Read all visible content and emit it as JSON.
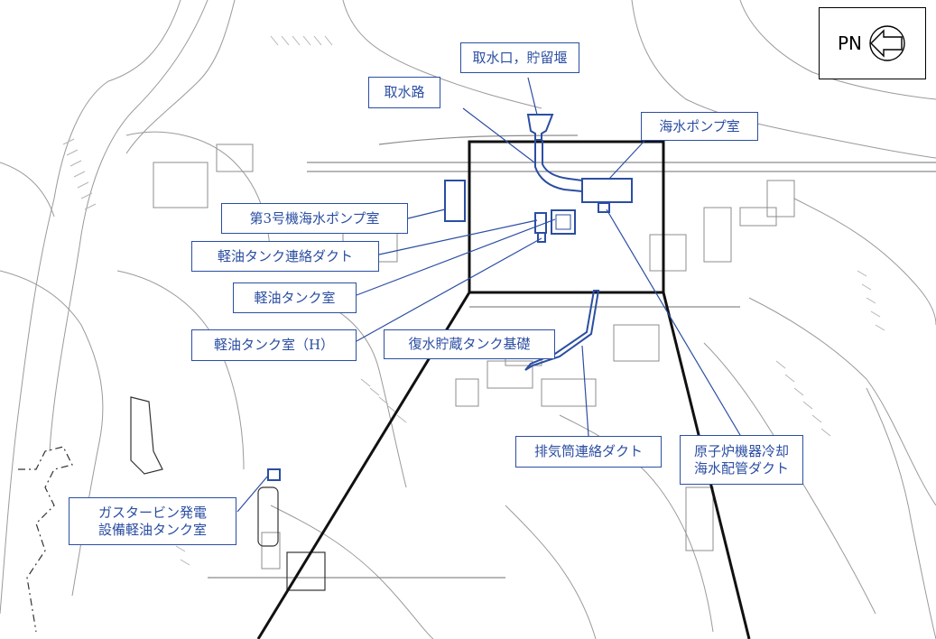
{
  "north_arrow": {
    "label": "PN",
    "icon": "north-arrow-icon"
  },
  "colors": {
    "annotation": "#2b4ea2",
    "linework": "#8a8a8a",
    "frame": "#000000"
  },
  "labels": {
    "intake": "取水口，貯留堰",
    "intake_channel": "取水路",
    "seawater_pump_room": "海水ポンプ室",
    "unit3_seawater_pump_room": "第3号機海水ポンプ室",
    "light_oil_tank_duct": "軽油タンク連絡ダクト",
    "light_oil_tank_room": "軽油タンク室",
    "light_oil_tank_room_h": "軽油タンク室（H）",
    "condensate_tank_foundation": "復水貯蔵タンク基礎",
    "exhaust_stack_duct": "排気筒連絡ダクト",
    "reactor_cooling_line1": "原子炉機器冷却",
    "reactor_cooling_line2": "海水配管ダクト",
    "gas_turbine_line1": "ガスタービン発電",
    "gas_turbine_line2": "設備軽油タンク室"
  }
}
